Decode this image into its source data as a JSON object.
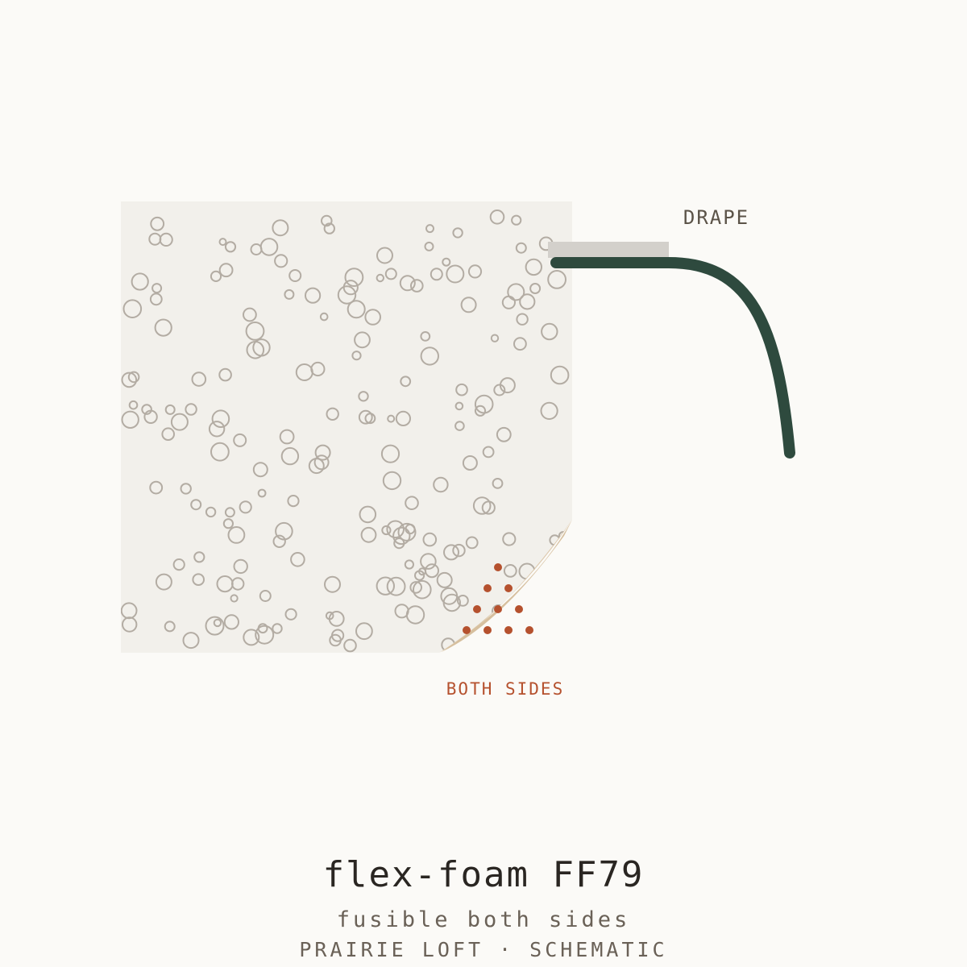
{
  "labels": {
    "drape": "DRAPE",
    "both_sides": "BOTH SIDES"
  },
  "caption": {
    "title": "flex-foam FF79",
    "subtitle": "fusible both sides",
    "footer": "PRAIRIE LOFT · SCHEMATIC"
  },
  "colors": {
    "background": "#fbfaf7",
    "foam_panel": "#f2f0eb",
    "bubble_stroke": "#b3aca3",
    "peel_fold": "#dbc6a8",
    "fusible_dots": "#b5512e",
    "drape_line": "#2e4a3e",
    "drape_clamp": "#d3d0cb"
  },
  "icons": {
    "foam_texture": "bubble-circles",
    "fusible_marks": "dot-triangle",
    "drape_curve": "bent-strip"
  }
}
